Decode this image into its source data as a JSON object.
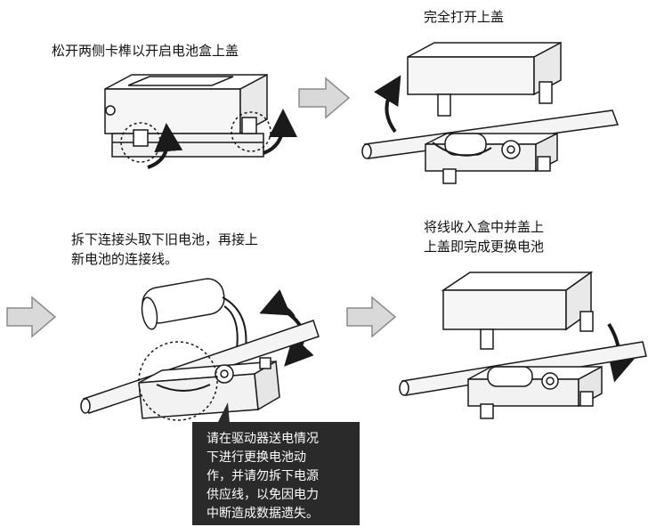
{
  "steps": [
    {
      "caption": "松开两侧卡榫以开启电池盒上盖"
    },
    {
      "caption": "完全打开上盖"
    },
    {
      "caption": "拆下连接头取下旧电池，再接上\n新电池的连接线。"
    },
    {
      "caption": "将线收入盒中并盖上\n上盖即完成更换电池"
    }
  ],
  "warning": {
    "text": "请在驱动器送电情况\n下进行更换电池动\n作，并请勿拆下电源\n供应线，以免因电力\n中断造成数据遗失。"
  },
  "colors": {
    "arrow_fill": "#d9d9d9",
    "arrow_stroke": "#8c8c8c",
    "line": "#1a1a1a",
    "warning_bg": "#2a2a2a"
  }
}
